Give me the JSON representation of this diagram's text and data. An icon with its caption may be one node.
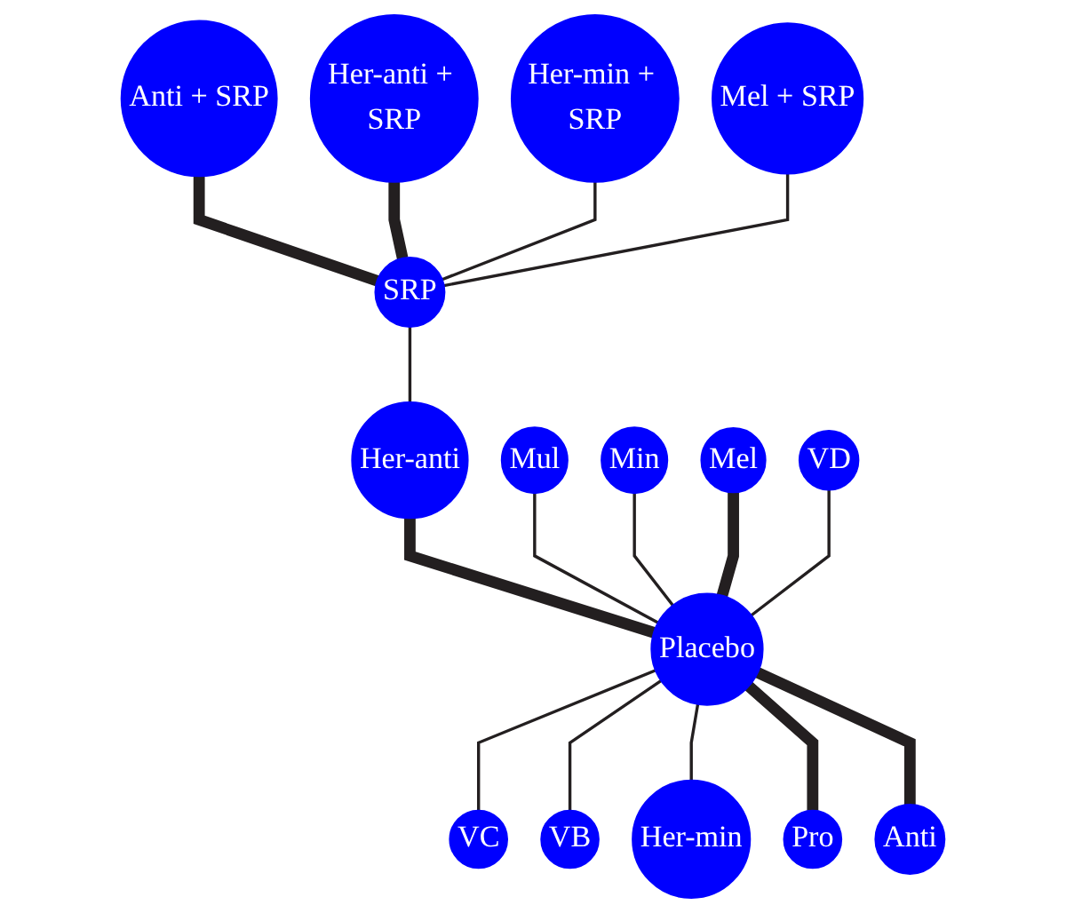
{
  "diagram": {
    "nodes": [
      {
        "text": [
          "Her-anti"
        ]
      },
      {
        "text": [
          "Anti + SRP"
        ]
      },
      {
        "text": [
          "Mul"
        ]
      },
      {
        "text": [
          "Her-anti + SRP"
        ]
      },
      {
        "text": [
          "Min"
        ]
      },
      {
        "text": [
          "SRP"
        ]
      },
      {
        "text": [
          "Mel"
        ]
      },
      {
        "text": [
          "Her-min + SRP"
        ]
      },
      {
        "text": [
          "VD"
        ]
      },
      {
        "text": [
          "Mel + SRP"
        ]
      },
      {
        "text": [
          "VC"
        ]
      },
      {
        "text": [
          "VB"
        ]
      },
      {
        "text": [
          "Placebo"
        ]
      },
      {
        "text": [
          "Her-min"
        ]
      },
      {
        "text": [
          "Pro"
        ]
      },
      {
        "text": [
          "Anti"
        ]
      }
    ],
    "edges": [
      {
        "from": 0,
        "to": 12,
        "arrow": "none",
        "style": "thick"
      },
      {
        "from": 2,
        "to": 12,
        "arrow": "none"
      },
      {
        "from": 4,
        "to": 12,
        "arrow": "none"
      },
      {
        "from": 6,
        "to": 12,
        "arrow": "none",
        "style": "thick"
      },
      {
        "from": 8,
        "to": 12,
        "arrow": "none"
      },
      {
        "from": 12,
        "to": 10,
        "arrow": "none"
      },
      {
        "from": 12,
        "to": 11,
        "arrow": "none"
      },
      {
        "from": 12,
        "to": 13,
        "arrow": "none"
      },
      {
        "from": 12,
        "to": 14,
        "arrow": "none",
        "style": "thick"
      },
      {
        "from": 12,
        "to": 15,
        "arrow": "none",
        "style": "thick"
      },
      {
        "from": 1,
        "to": 5,
        "arrow": "none",
        "style": "thick"
      },
      {
        "from": 3,
        "to": 5,
        "arrow": "none",
        "style": "thick"
      },
      {
        "from": 5,
        "to": 0,
        "arrow": "none"
      },
      {
        "from": 7,
        "to": 5,
        "arrow": "none"
      },
      {
        "from": 9,
        "to": 5,
        "arrow": "none"
      }
    ]
  }
}
